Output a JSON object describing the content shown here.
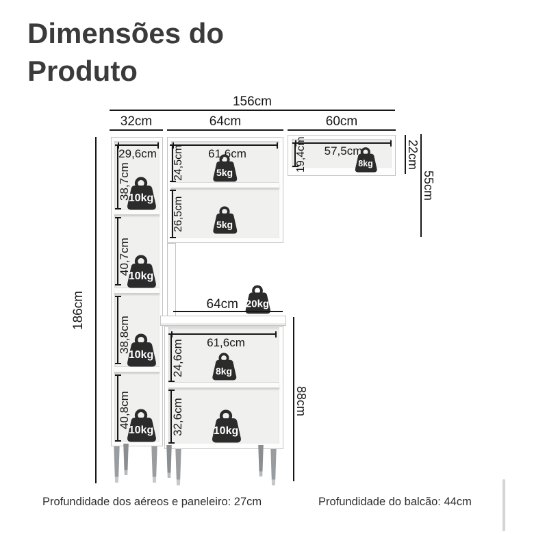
{
  "title": "Dimensões do Produto",
  "top_dims": {
    "total": "156cm",
    "left": "32cm",
    "middle": "64cm",
    "right": "60cm"
  },
  "paneleiro": {
    "height": "186cm",
    "inner_width": "29,6cm",
    "sections": [
      {
        "height": "38,7cm",
        "weight": "10kg"
      },
      {
        "height": "40,7cm",
        "weight": "10kg"
      },
      {
        "height": "38,8cm",
        "weight": "10kg"
      },
      {
        "height": "40,8cm",
        "weight": "10kg"
      }
    ]
  },
  "aereo_middle": {
    "inner_width": "61,6cm",
    "sections": [
      {
        "height": "24,5cm",
        "weight": "5kg"
      },
      {
        "height": "26,5cm",
        "weight": "5kg"
      }
    ]
  },
  "aereo_right": {
    "inner_width": "57,5cm",
    "inner_height": "19,4cm",
    "weight": "8kg",
    "height": "22cm",
    "total_height": "55cm"
  },
  "balcao": {
    "width": "64cm",
    "max_load": "20kg",
    "inner_width": "61,6cm",
    "height": "88cm",
    "sections": [
      {
        "height": "24,6cm",
        "weight": "8kg"
      },
      {
        "height": "32,6cm",
        "weight": "10kg"
      }
    ]
  },
  "footer": {
    "depth_aereos": "Profundidade dos aéreos e paneleiro: 27cm",
    "depth_balcao": "Profundidade do balcão: 44cm"
  },
  "colors": {
    "title": "#3b3b3b",
    "line": "#161616",
    "weight_icon": "#2b2b2b",
    "cabinet_interior": "#f0f0ee",
    "leg_gray": "#9a9da0"
  }
}
